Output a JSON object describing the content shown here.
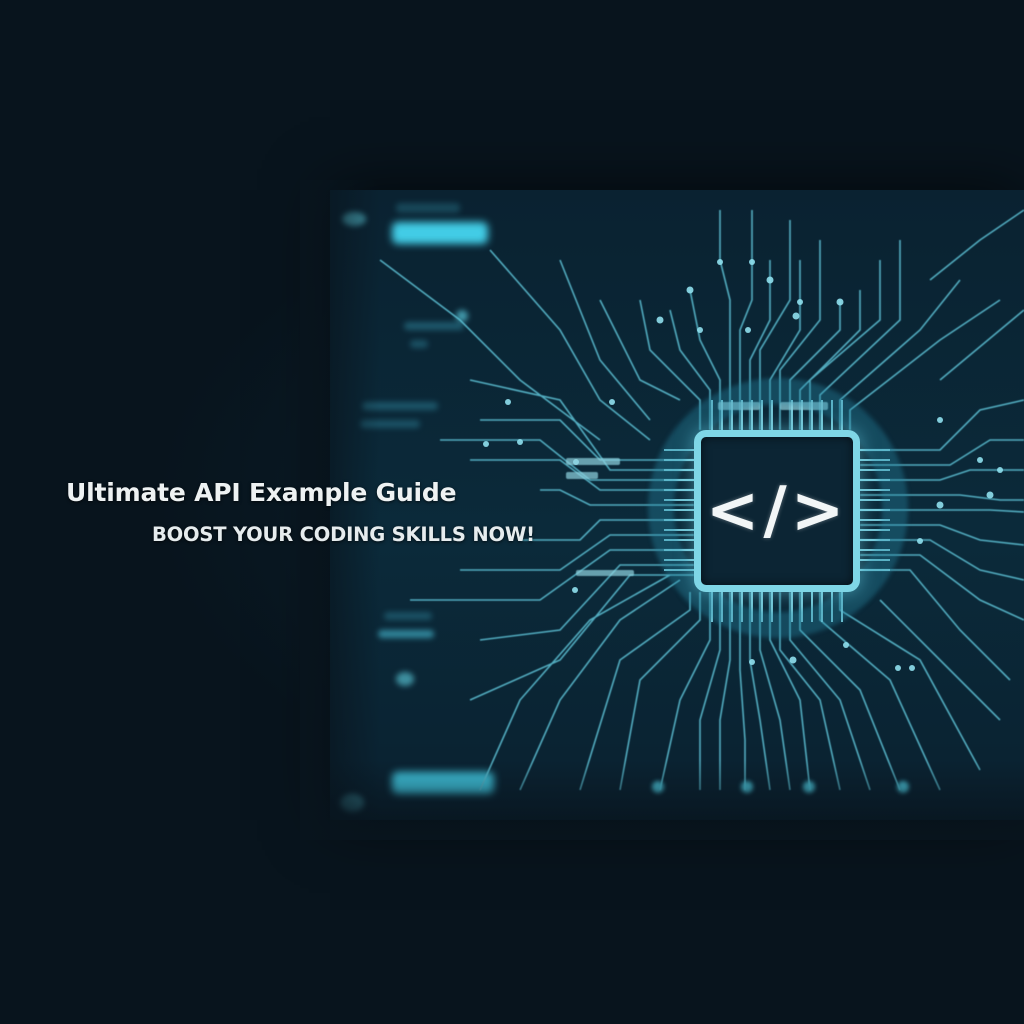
{
  "hero": {
    "title": "Ultimate API Example Guide",
    "subtitle": "BOOST YOUR CODING SKILLS NOW!"
  },
  "illustration": {
    "chip_icon": "code-brackets-icon",
    "chip_glyph": "</>",
    "theme": "circuit-board"
  },
  "colors": {
    "background": "#08141d",
    "panel": "#0b2a3a",
    "accent_cyan": "#45d6f0",
    "trace": "#5fc4d8",
    "chip_border": "#7fd6e6",
    "text": "#eef2f3"
  }
}
